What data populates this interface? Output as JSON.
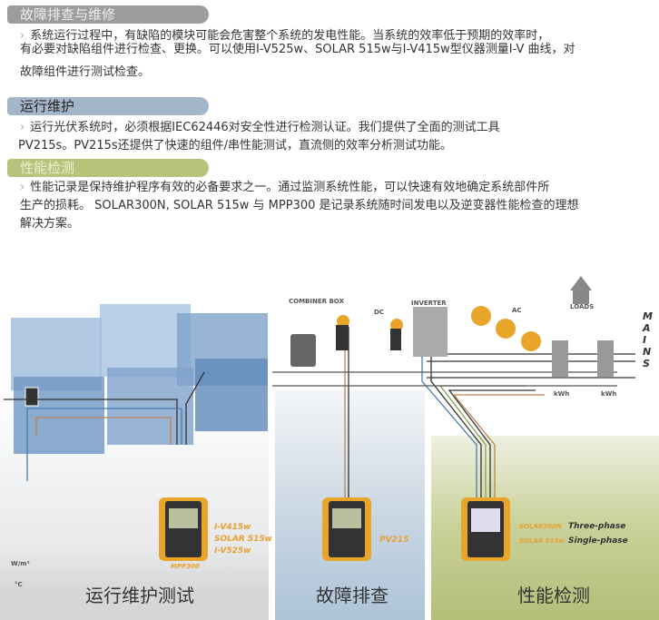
{
  "sections": [
    {
      "title": "故障排查与维修",
      "lines": [
        "系统运行过程中，有缺陷的模块可能会危害整个系统的发电性能。当系统的效率低于预期的效率时，",
        "有必要对缺陷组件进行检查、更换。可以使用I-V525w、SOLAR  515w与I-V415w型仪器测量I-V  曲线，对",
        "故障组件进行测试检查。"
      ]
    },
    {
      "title": "运行维护",
      "lines": [
        "运行光伏系统时，必须根据IEC62446对安全性进行检测认证。我们提供了全面的测试工具",
        "PV215s。PV215s还提供了快速的组件/串性能测试，直流侧的效率分析测试功能。"
      ]
    },
    {
      "title": "性能检测",
      "lines": [
        "性能记录是保持维护程序有效的必备要求之一。通过监测系统性能，可以快速有效地确定系统部件所",
        "生产的损耗。 SOLAR300N, SOLAR 515w 与 MPP300 是记录系统随时间发电以及逆变器性能检查的理想",
        "解决方案。"
      ]
    }
  ],
  "bullet": "›",
  "diagram": {
    "zones": [
      "运行维护测试",
      "故障排查",
      "性能检测"
    ],
    "combiner": "COMBINER BOX",
    "inverter": "INVERTER",
    "dc": "DC",
    "ac": "AC",
    "loads": "LOADS",
    "mains": [
      "M",
      "A",
      "I",
      "N",
      "S"
    ],
    "kwh": [
      "kWh",
      "kWh"
    ],
    "irr": "W/m²",
    "temp": "°C",
    "dev1": [
      "I-V415w",
      "SOLAR 515w",
      "I-V525w"
    ],
    "dev1_sub": "MPP300",
    "dev2": [
      "PV215"
    ],
    "dev3": [
      {
        "model": "SOLAR300N",
        "type": "Three-phase"
      },
      {
        "model": "SOLAR 515w",
        "type": "Single-phase"
      }
    ]
  }
}
